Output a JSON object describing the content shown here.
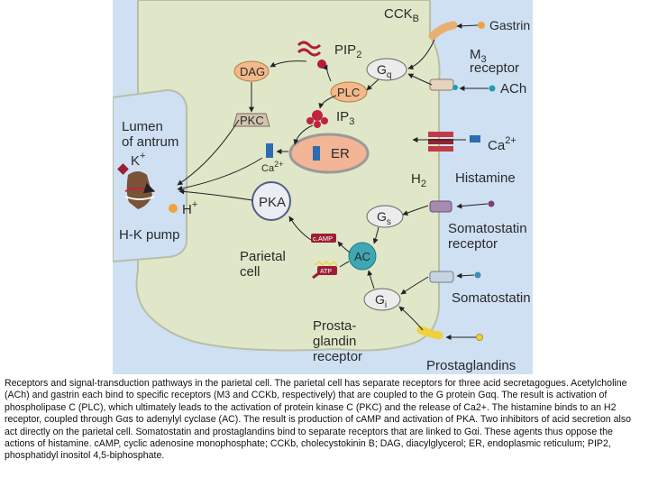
{
  "receptors": {
    "cckb": {
      "name": "CCK",
      "sub": "B"
    },
    "m3": {
      "line1": "M",
      "sub": "3",
      "line2": "receptor"
    },
    "h2": {
      "name": "H",
      "sub": "2"
    },
    "somatostatin": {
      "line1": "Somatostatin",
      "line2": "receptor"
    },
    "prostaglandin": {
      "line1": "Prosta-",
      "line2": "glandin",
      "line3": "receptor"
    }
  },
  "ligands": {
    "gastrin": "Gastrin",
    "ach": "ACh",
    "ca": {
      "name": "Ca",
      "sup": "2+"
    },
    "histamine": "Histamine",
    "somatostatin": "Somatostatin",
    "prostaglandins": "Prostaglandins"
  },
  "molecules": {
    "pip2": {
      "name": "PIP",
      "sub": "2"
    },
    "ip3": {
      "name": "IP",
      "sub": "3"
    },
    "dag": "DAG",
    "pkc": "PKC",
    "plc": "PLC",
    "gq": {
      "name": "G",
      "sub": "q"
    },
    "er": "ER",
    "ca_internal": {
      "name": "Ca",
      "sup": "2+"
    },
    "pka": "PKA",
    "gs": {
      "name": "G",
      "sub": "s"
    },
    "gi": {
      "name": "G",
      "sub": "i"
    },
    "ac": "AC",
    "camp": "c.AMP",
    "atp": "ATP"
  },
  "regions": {
    "lumen": {
      "line1": "Lumen",
      "line2": "of antrum"
    },
    "parietal": {
      "line1": "Parietal",
      "line2": "cell"
    },
    "k_ion": {
      "name": "K",
      "sup": "+"
    },
    "h_ion": {
      "name": "H",
      "sup": "+"
    },
    "pump": "H-K pump"
  },
  "colors": {
    "cell": "#dfe7c8",
    "lumen": "#cfe0f3",
    "molecule": "#f4b98a",
    "ac": "#3ea7b3",
    "pkc": "#d3c4b1",
    "gastrin_dot": "#f0a23c",
    "ach_dot": "#1f9db0",
    "histamine_dot": "#7a3f74",
    "prostaglandin_dot": "#f0d040"
  },
  "caption": "Receptors and signal-transduction pathways in the parietal cell. The parietal cell has separate receptors for three acid secretagogues. Acetylcholine (ACh) and gastrin each bind to specific receptors (M3 and CCKb, respectively) that are coupled to the G protein Gαq. The result is activation of phospholipase C (PLC), which ultimately leads to the activation of protein kinase C (PKC) and the release of Ca2+. The histamine binds to an H2 receptor, coupled through Gαs to adenylyl cyclase (AC). The result is production of cAMP and activation of PKA. Two inhibitors of acid secretion also act directly on the parietal cell. Somatostatin and prostaglandins bind to separate receptors that are linked to Gαi. These agents thus oppose the actions of histamine. cAMP, cyclic adenosine monophosphate; CCKb, cholecystokinin B; DAG, diacylglycerol; ER, endoplasmic reticulum; PIP2, phosphatidyl inositol 4,5-biphosphate."
}
